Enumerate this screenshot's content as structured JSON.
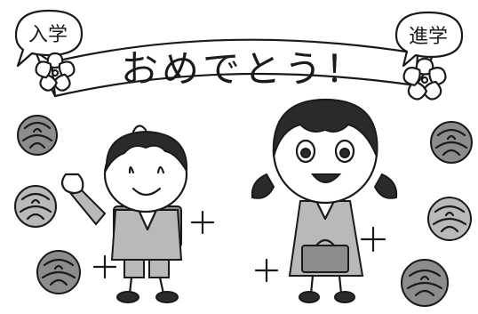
{
  "banner": {
    "text": "おめでとう！"
  },
  "bubbles": {
    "left": "入学",
    "right": "進学"
  },
  "icons": [
    "cherry-blossom-icon",
    "rose-icon",
    "sparkle-icon"
  ],
  "colors": {
    "ink": "#1a1a1a",
    "tone": "#8c8c8c",
    "paper": "#ffffff"
  }
}
